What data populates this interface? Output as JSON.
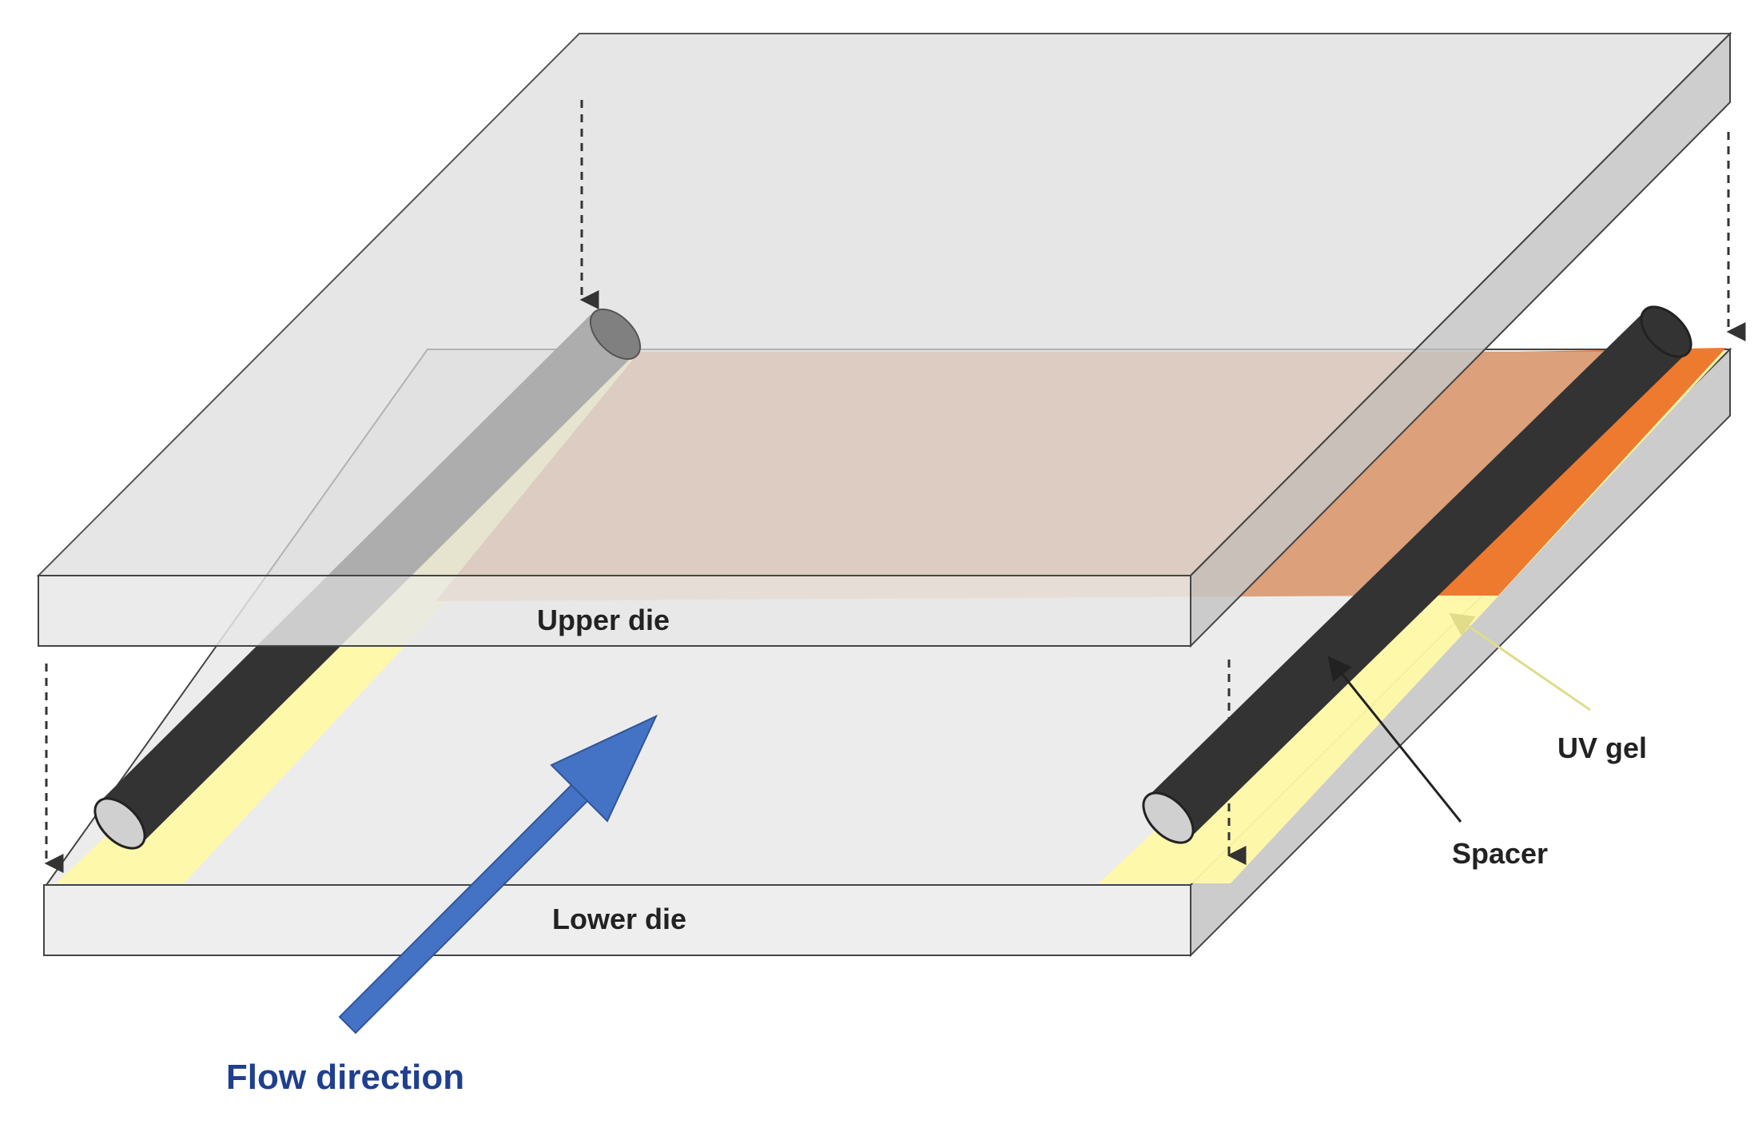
{
  "labels": {
    "upper_die": "Upper die",
    "lower_die": "Lower die",
    "uv_gel": "UV gel",
    "spacer": "Spacer",
    "flow_direction": "Flow direction"
  },
  "colors": {
    "die_top": "#e6e6e6",
    "die_front": "#eeeeee",
    "die_side": "#c8c8c8",
    "uv_gel": "#fff9a8",
    "film": "#e6a27a",
    "film_bright": "#ee7a30",
    "spacer": "#333333",
    "flow_arrow": "#4472c4",
    "label_text": "#222222",
    "flow_text": "#1f3f8f"
  }
}
